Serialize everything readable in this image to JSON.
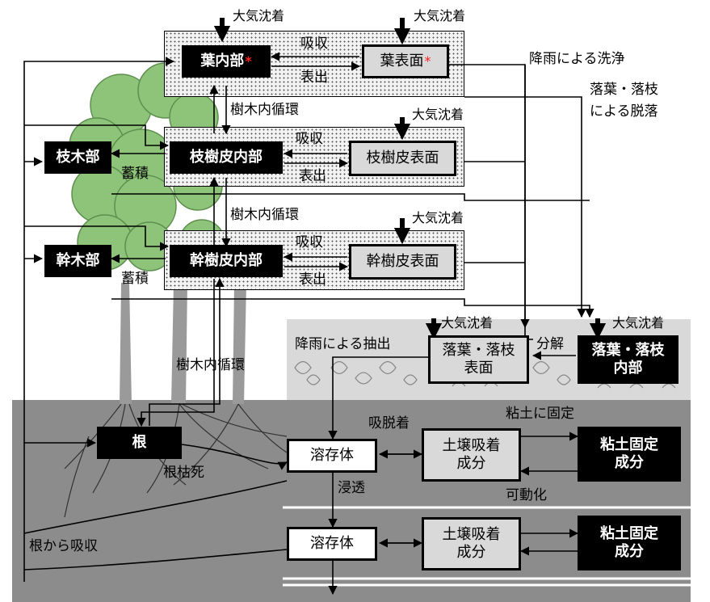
{
  "colors": {
    "soil": "#8c8c8c",
    "litter_band": "#d9d9d9",
    "canopy": "#8dc47a",
    "trunk": "#9a9a9a",
    "black_box": "#000000",
    "grey_box": "#d9d9d9",
    "asterisk": "#ff2020"
  },
  "leaf": {
    "deposition": "大気沈着",
    "deposition2": "大気沈着",
    "inner": "葉内部",
    "surface": "葉表面",
    "absorb": "吸収",
    "exude": "表出"
  },
  "branch": {
    "deposition": "大気沈着",
    "inner": "枝樹皮内部",
    "surface": "枝樹皮表面",
    "absorb": "吸収",
    "exude": "表出",
    "wood": "枝木部",
    "accumulate": "蓄積"
  },
  "stem": {
    "deposition": "大気沈着",
    "inner": "幹樹皮内部",
    "surface": "幹樹皮表面",
    "absorb": "吸収",
    "exude": "表出",
    "wood": "幹木部",
    "accumulate": "蓄積"
  },
  "circulation": [
    "樹木内循環",
    "樹木内循環",
    "樹木内循環"
  ],
  "wash": "降雨による洗浄",
  "fall": [
    "落葉・落枝",
    "による脱落"
  ],
  "litter": {
    "deposition_surface": "大気沈着",
    "deposition_inner": "大気沈着",
    "surface": [
      "落葉・落枝",
      "表面"
    ],
    "inner": [
      "落葉・落枝",
      "内部"
    ],
    "extract": "降雨による抽出",
    "decompose": "分解"
  },
  "soil": {
    "root": "根",
    "root_death": "根枯死",
    "root_uptake": "根から吸収",
    "solute1": "溶存体",
    "solute2": "溶存体",
    "adsorb_desorb": "吸脱着",
    "percolate": "浸透",
    "sorbed1": [
      "土壌吸着",
      "成分"
    ],
    "sorbed2": [
      "土壌吸着",
      "成分"
    ],
    "fixed1": [
      "粘土固定",
      "成分"
    ],
    "fixed2": [
      "粘土固定",
      "成分"
    ],
    "clay_fix": "粘土に固定",
    "mobilize": "可動化"
  },
  "asterisk": "*"
}
